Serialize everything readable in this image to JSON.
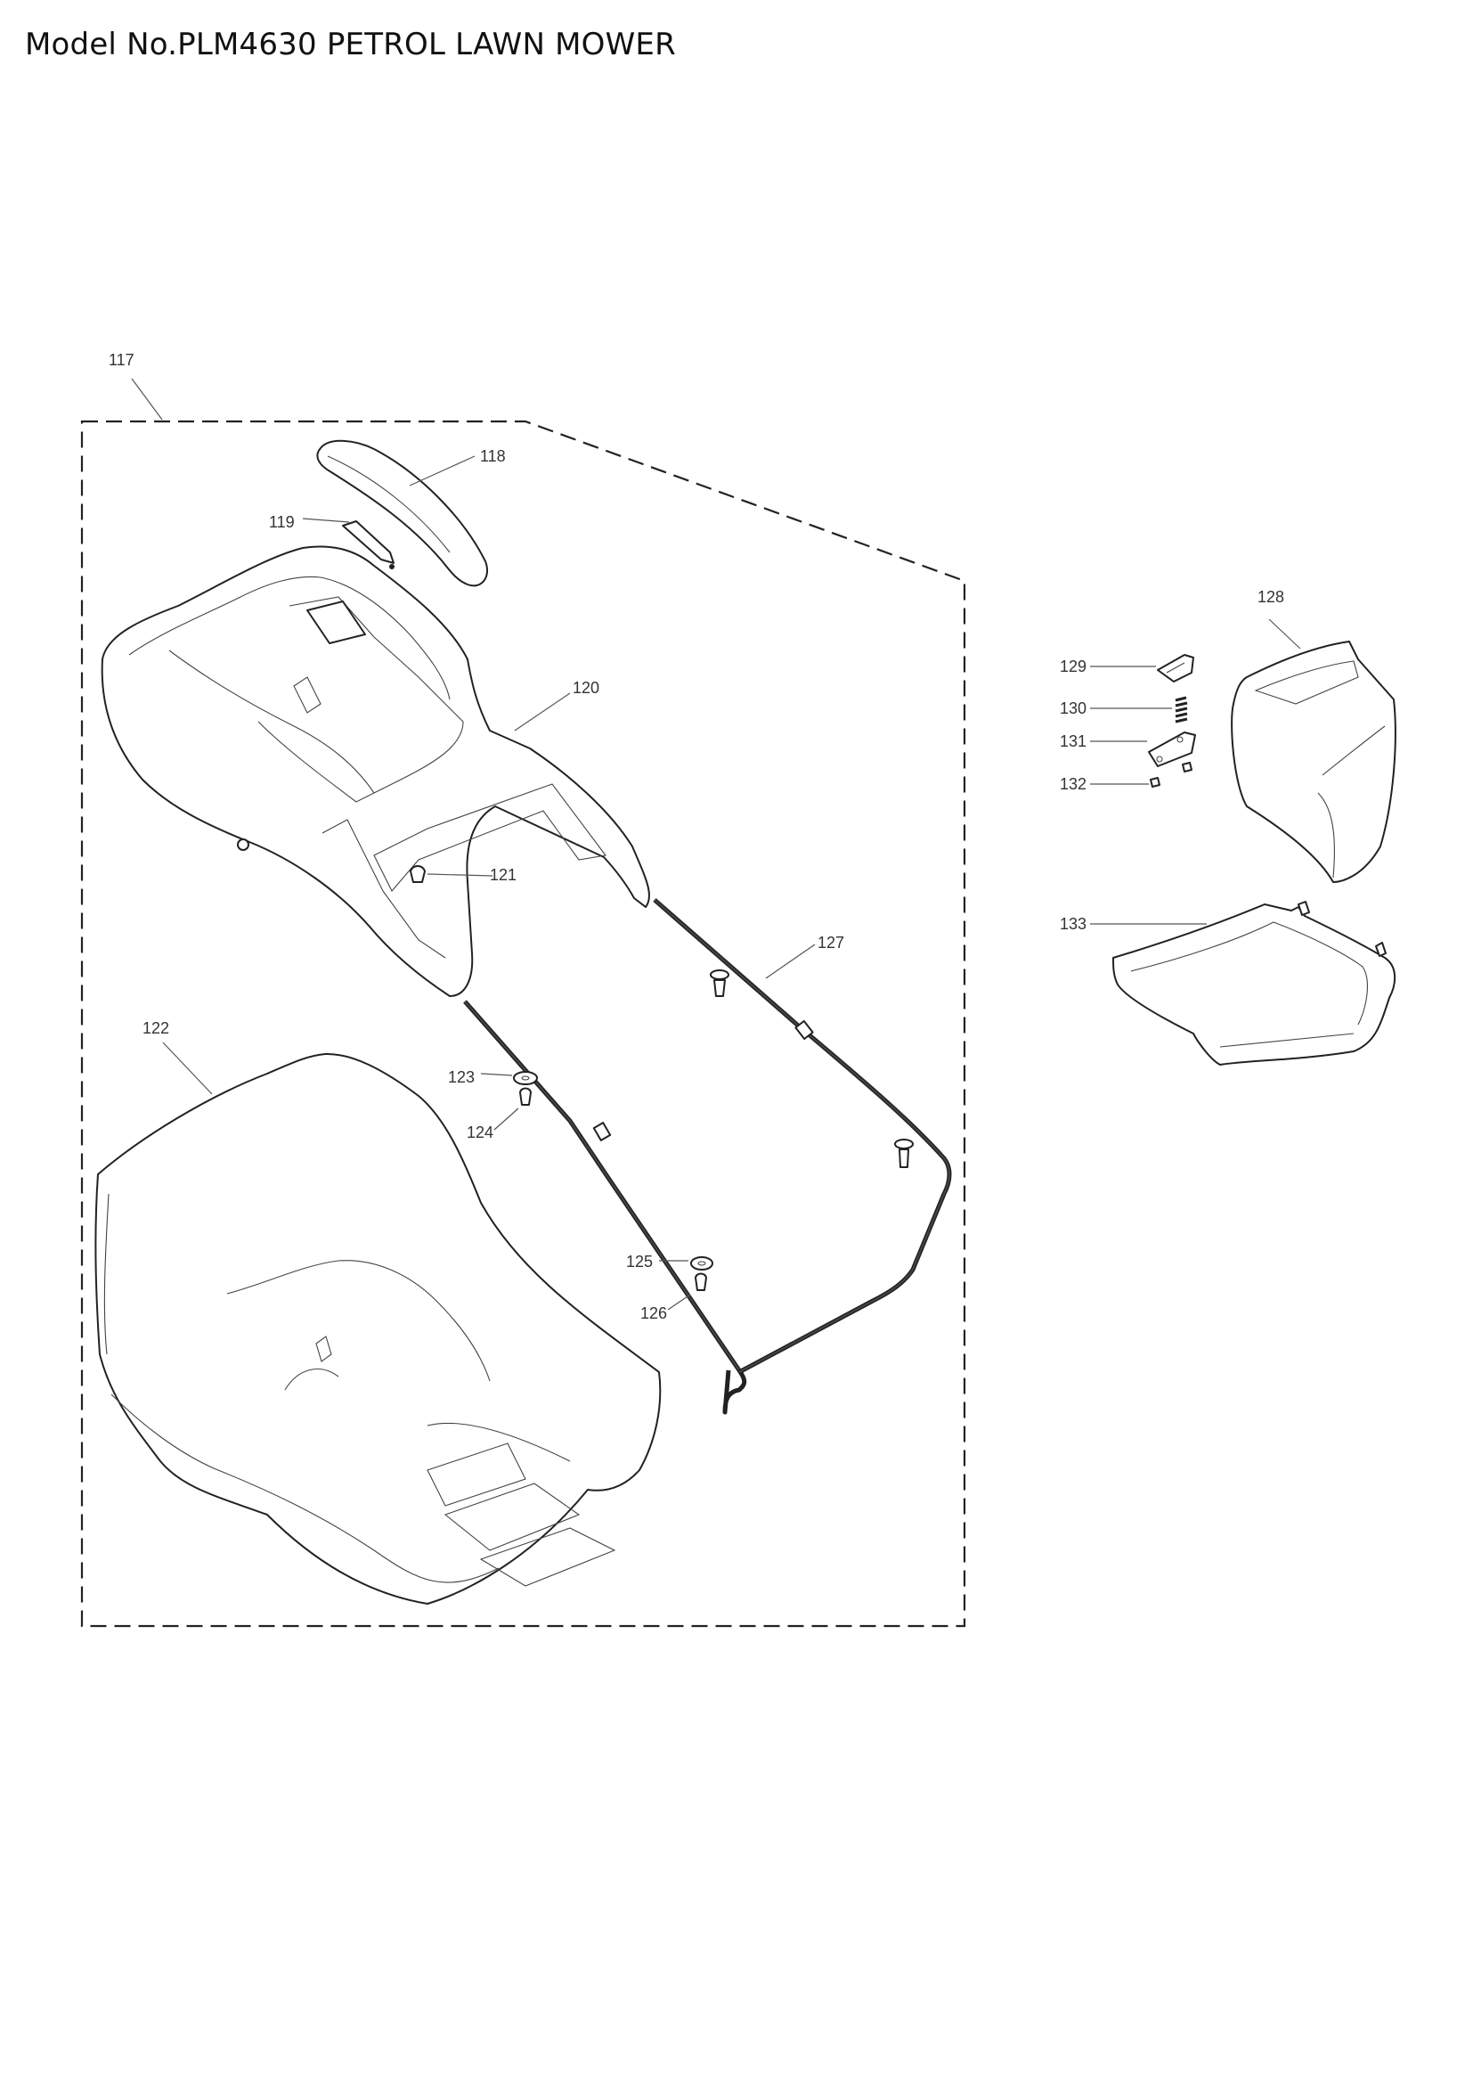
{
  "title": "Model No.PLM4630 PETROL LAWN MOWER",
  "callouts": [
    {
      "id": "117",
      "label": "117"
    },
    {
      "id": "118",
      "label": "118"
    },
    {
      "id": "119",
      "label": "119"
    },
    {
      "id": "120",
      "label": "120"
    },
    {
      "id": "121",
      "label": "121"
    },
    {
      "id": "122",
      "label": "122"
    },
    {
      "id": "123",
      "label": "123"
    },
    {
      "id": "124",
      "label": "124"
    },
    {
      "id": "125",
      "label": "125"
    },
    {
      "id": "126",
      "label": "126"
    },
    {
      "id": "127",
      "label": "127"
    },
    {
      "id": "128",
      "label": "128"
    },
    {
      "id": "129",
      "label": "129"
    },
    {
      "id": "130",
      "label": "130"
    },
    {
      "id": "131",
      "label": "131"
    },
    {
      "id": "132",
      "label": "132"
    },
    {
      "id": "133",
      "label": "133"
    }
  ]
}
